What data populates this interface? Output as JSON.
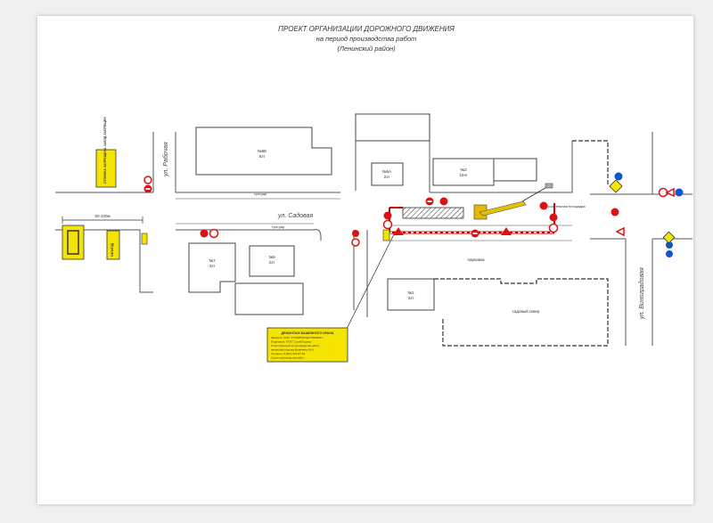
{
  "title": {
    "line1": "ПРОЕКТ ОРГАНИЗАЦИИ ДОРОЖНОГО ДВИЖЕНИЯ",
    "line2": "на период производства работ",
    "line3": "(Ленинский район)"
  },
  "streets": {
    "sadovaya": "ул. Садовая",
    "rabochaya": "ул. Рабочая",
    "vinogradovaya": "ул. Виноградовая"
  },
  "buildings": {
    "b1": {
      "num": "№9Б",
      "floors": "5эт"
    },
    "b2": {
      "num": "№5А",
      "floors": "2эт"
    },
    "b3": {
      "num": "№7",
      "floors": "3эт"
    },
    "b4": {
      "num": "№9",
      "floors": "2эт"
    },
    "b5": {
      "num": "№3",
      "floors": "10эт"
    },
    "b6": {
      "num": "№1",
      "floors": "3эт"
    }
  },
  "areas": {
    "parking": "парковка",
    "garden": "садовый сквер",
    "sidewalk": "тротуар",
    "construction": "строительная площадка"
  },
  "callout": {
    "lines": [
      "ДЕМОНТАЖ БАШЕННОГО КРАНА",
      "Заказчик: ООО \"СТРОЙПРОЕКТСЕРВИС\"",
      "Подрядчик: ООО \"СтройПодряд\"",
      "Ответственный за производство работ:",
      "начальник участка Кравченко М.Н.",
      "Телефон: 8 (861) 224-87-52",
      "Сроки производства работ:"
    ]
  },
  "legend": {
    "distance": "50-100м"
  },
  "yellow_signs": {
    "left1": "СТОЯНКА ЗАПРЕЩЕНА ЗАЕЗД ЗАПРЕЩЕН",
    "left2": "ОБЪЕЗД"
  },
  "colors": {
    "sign_red": "#dd1111",
    "sign_yellow": "#f5e400",
    "sign_blue": "#1155cc",
    "fence_red": "#cc0000",
    "line": "#555555"
  }
}
